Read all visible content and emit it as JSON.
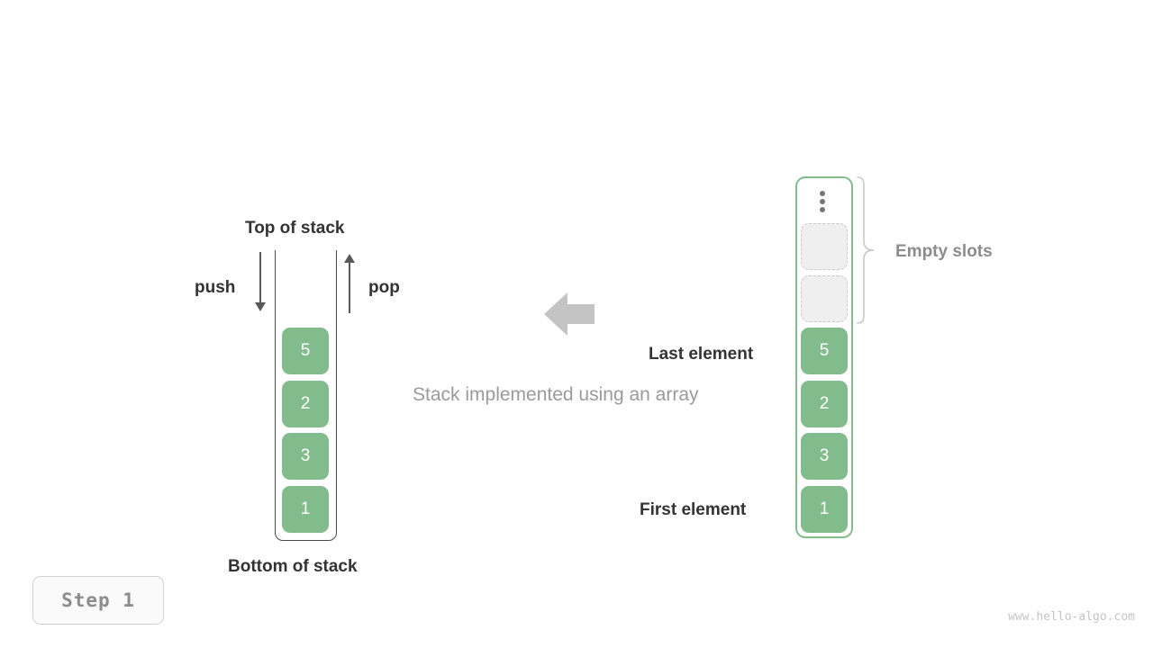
{
  "diagram": {
    "title_caption": "Stack implemented using an array",
    "accent_green": "#82bb8c",
    "text_dark": "#333333",
    "text_gray": "#8c8c8c",
    "arrow_gray": "#c4c4c4"
  },
  "left_stack": {
    "top_label": "Top of stack",
    "bottom_label": "Bottom of stack",
    "push_label": "push",
    "pop_label": "pop",
    "items": [
      {
        "value": "5"
      },
      {
        "value": "2"
      },
      {
        "value": "3"
      },
      {
        "value": "1"
      }
    ]
  },
  "right_stack": {
    "empty_slots_label": "Empty slots",
    "last_element_label": "Last element",
    "first_element_label": "First element",
    "ellipsis_icon": "vertical-ellipsis-icon",
    "empty_slots": [
      {
        "value": ""
      },
      {
        "value": ""
      }
    ],
    "items": [
      {
        "value": "5"
      },
      {
        "value": "2"
      },
      {
        "value": "3"
      },
      {
        "value": "1"
      }
    ]
  },
  "center": {
    "arrow_icon": "arrow-left-icon"
  },
  "footer": {
    "step_label": "Step 1",
    "watermark": "www.hello-algo.com"
  }
}
